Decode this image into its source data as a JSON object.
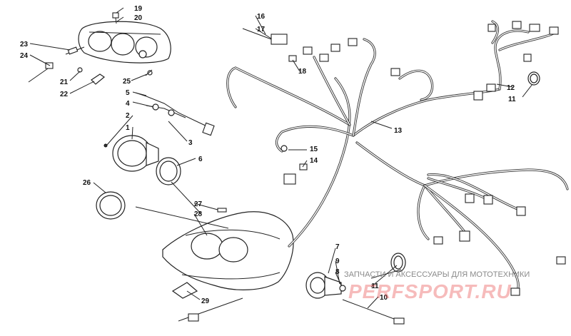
{
  "callouts": [
    {
      "id": "c1",
      "text": "1"
    },
    {
      "id": "c2",
      "text": "2"
    },
    {
      "id": "c3",
      "text": "3"
    },
    {
      "id": "c4",
      "text": "4"
    },
    {
      "id": "c5",
      "text": "5"
    },
    {
      "id": "c6",
      "text": "6"
    },
    {
      "id": "c7",
      "text": "7"
    },
    {
      "id": "c8",
      "text": "8"
    },
    {
      "id": "c9",
      "text": "9"
    },
    {
      "id": "c10",
      "text": "10"
    },
    {
      "id": "c11a",
      "text": "11"
    },
    {
      "id": "c11b",
      "text": "11"
    },
    {
      "id": "c12",
      "text": "12"
    },
    {
      "id": "c13",
      "text": "13"
    },
    {
      "id": "c14",
      "text": "14"
    },
    {
      "id": "c15",
      "text": "15"
    },
    {
      "id": "c16",
      "text": "16"
    },
    {
      "id": "c17",
      "text": "17"
    },
    {
      "id": "c18",
      "text": "18"
    },
    {
      "id": "c19",
      "text": "19"
    },
    {
      "id": "c20",
      "text": "20"
    },
    {
      "id": "c21",
      "text": "21"
    },
    {
      "id": "c22",
      "text": "22"
    },
    {
      "id": "c23",
      "text": "23"
    },
    {
      "id": "c24",
      "text": "24"
    },
    {
      "id": "c25",
      "text": "25"
    },
    {
      "id": "c26",
      "text": "26"
    },
    {
      "id": "c27",
      "text": "27"
    },
    {
      "id": "c28",
      "text": "28"
    },
    {
      "id": "c29",
      "text": "29"
    }
  ],
  "watermark": {
    "tagline": "ЗАПЧАСТИ И АКСЕССУАРЫ ДЛЯ МОТОТЕХНИКИ",
    "brand": "PERFSPORT.RU"
  }
}
